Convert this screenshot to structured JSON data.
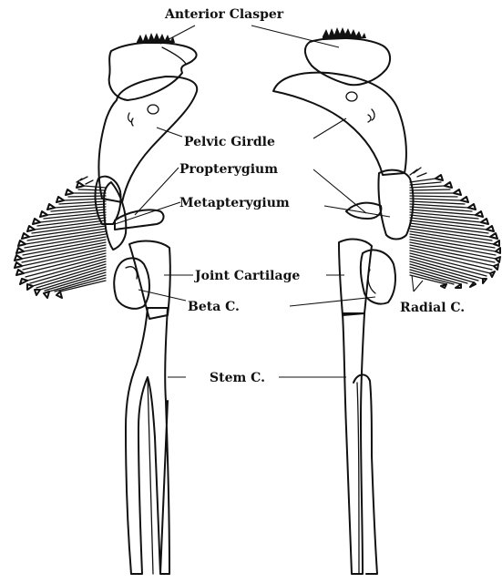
{
  "labels": {
    "anterior_clasper": "Anterior Clasper",
    "pelvic_girdle": "Pelvic Girdle",
    "propterygium": "Propterygium",
    "metapterygium": "Metapterygium",
    "joint_cartilage": "Joint Cartilage",
    "beta_c": "Beta C.",
    "radial_c": "Radial C.",
    "stem_c": "Stem C."
  },
  "colors": {
    "ink": "#111111",
    "paper": "#ffffff"
  }
}
